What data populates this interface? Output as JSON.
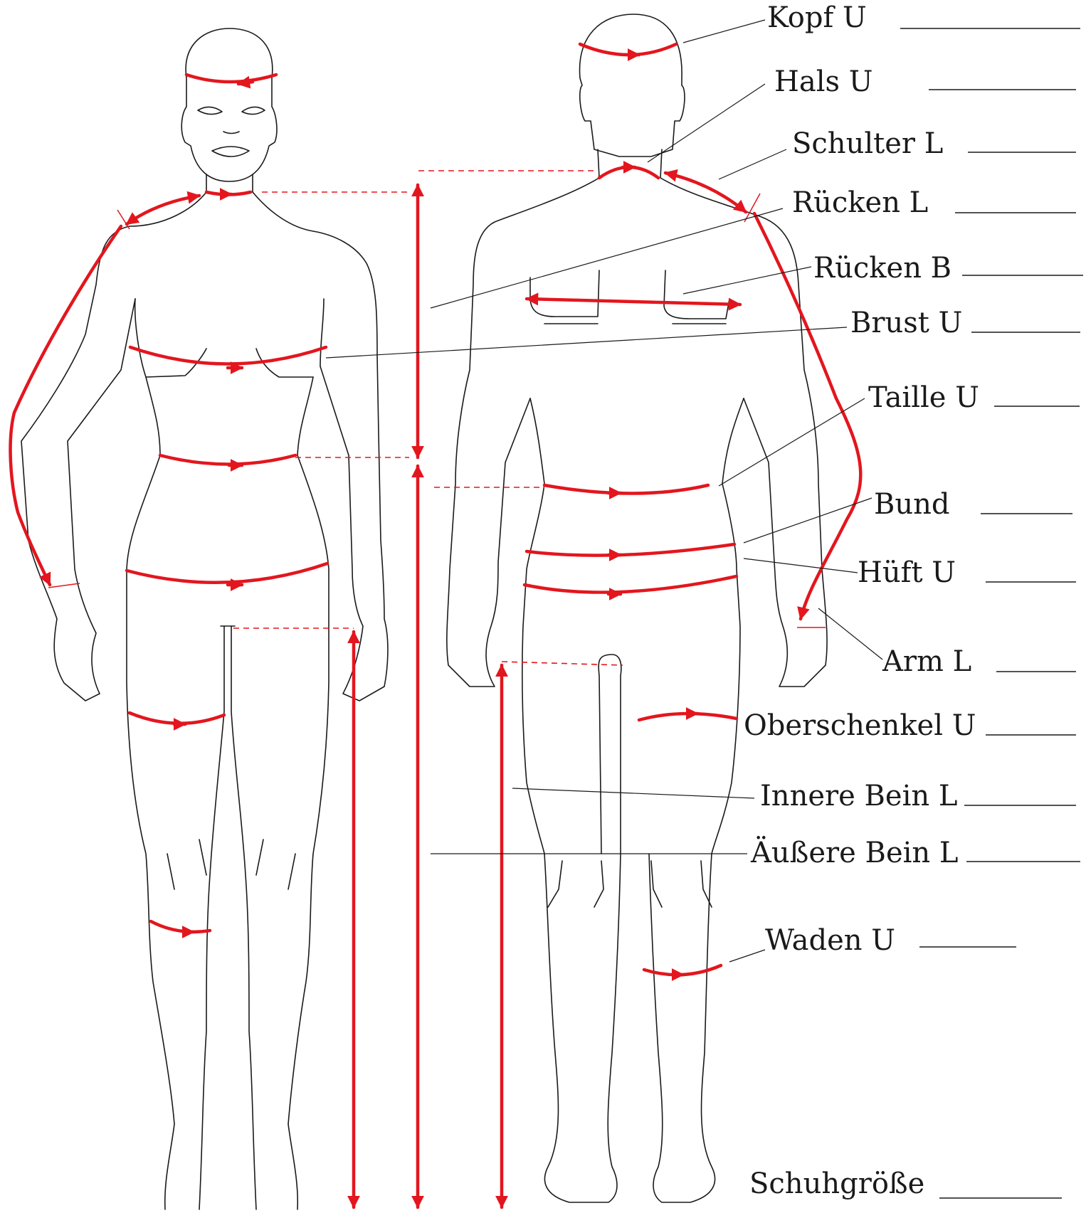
{
  "labels": {
    "kopf_u": "Kopf U",
    "hals_u": "Hals U",
    "schulter_l": "Schulter L",
    "ruecken_l": "Rücken L",
    "ruecken_b": "Rücken B",
    "brust_u": "Brust U",
    "taille_u": "Taille U",
    "bund": "Bund",
    "hueft_u": "Hüft U",
    "arm_l": "Arm L",
    "oberschenkel_u": "Oberschenkel U",
    "innere_bein_l": "Innere Bein L",
    "aeussere_bein_l": "Äußere Bein L",
    "waden_u": "Waden U",
    "schuhgroesse": "Schuhgröße"
  },
  "colors": {
    "measure": "#e3161e",
    "outline": "#1a1a1a",
    "background": "#ffffff"
  }
}
